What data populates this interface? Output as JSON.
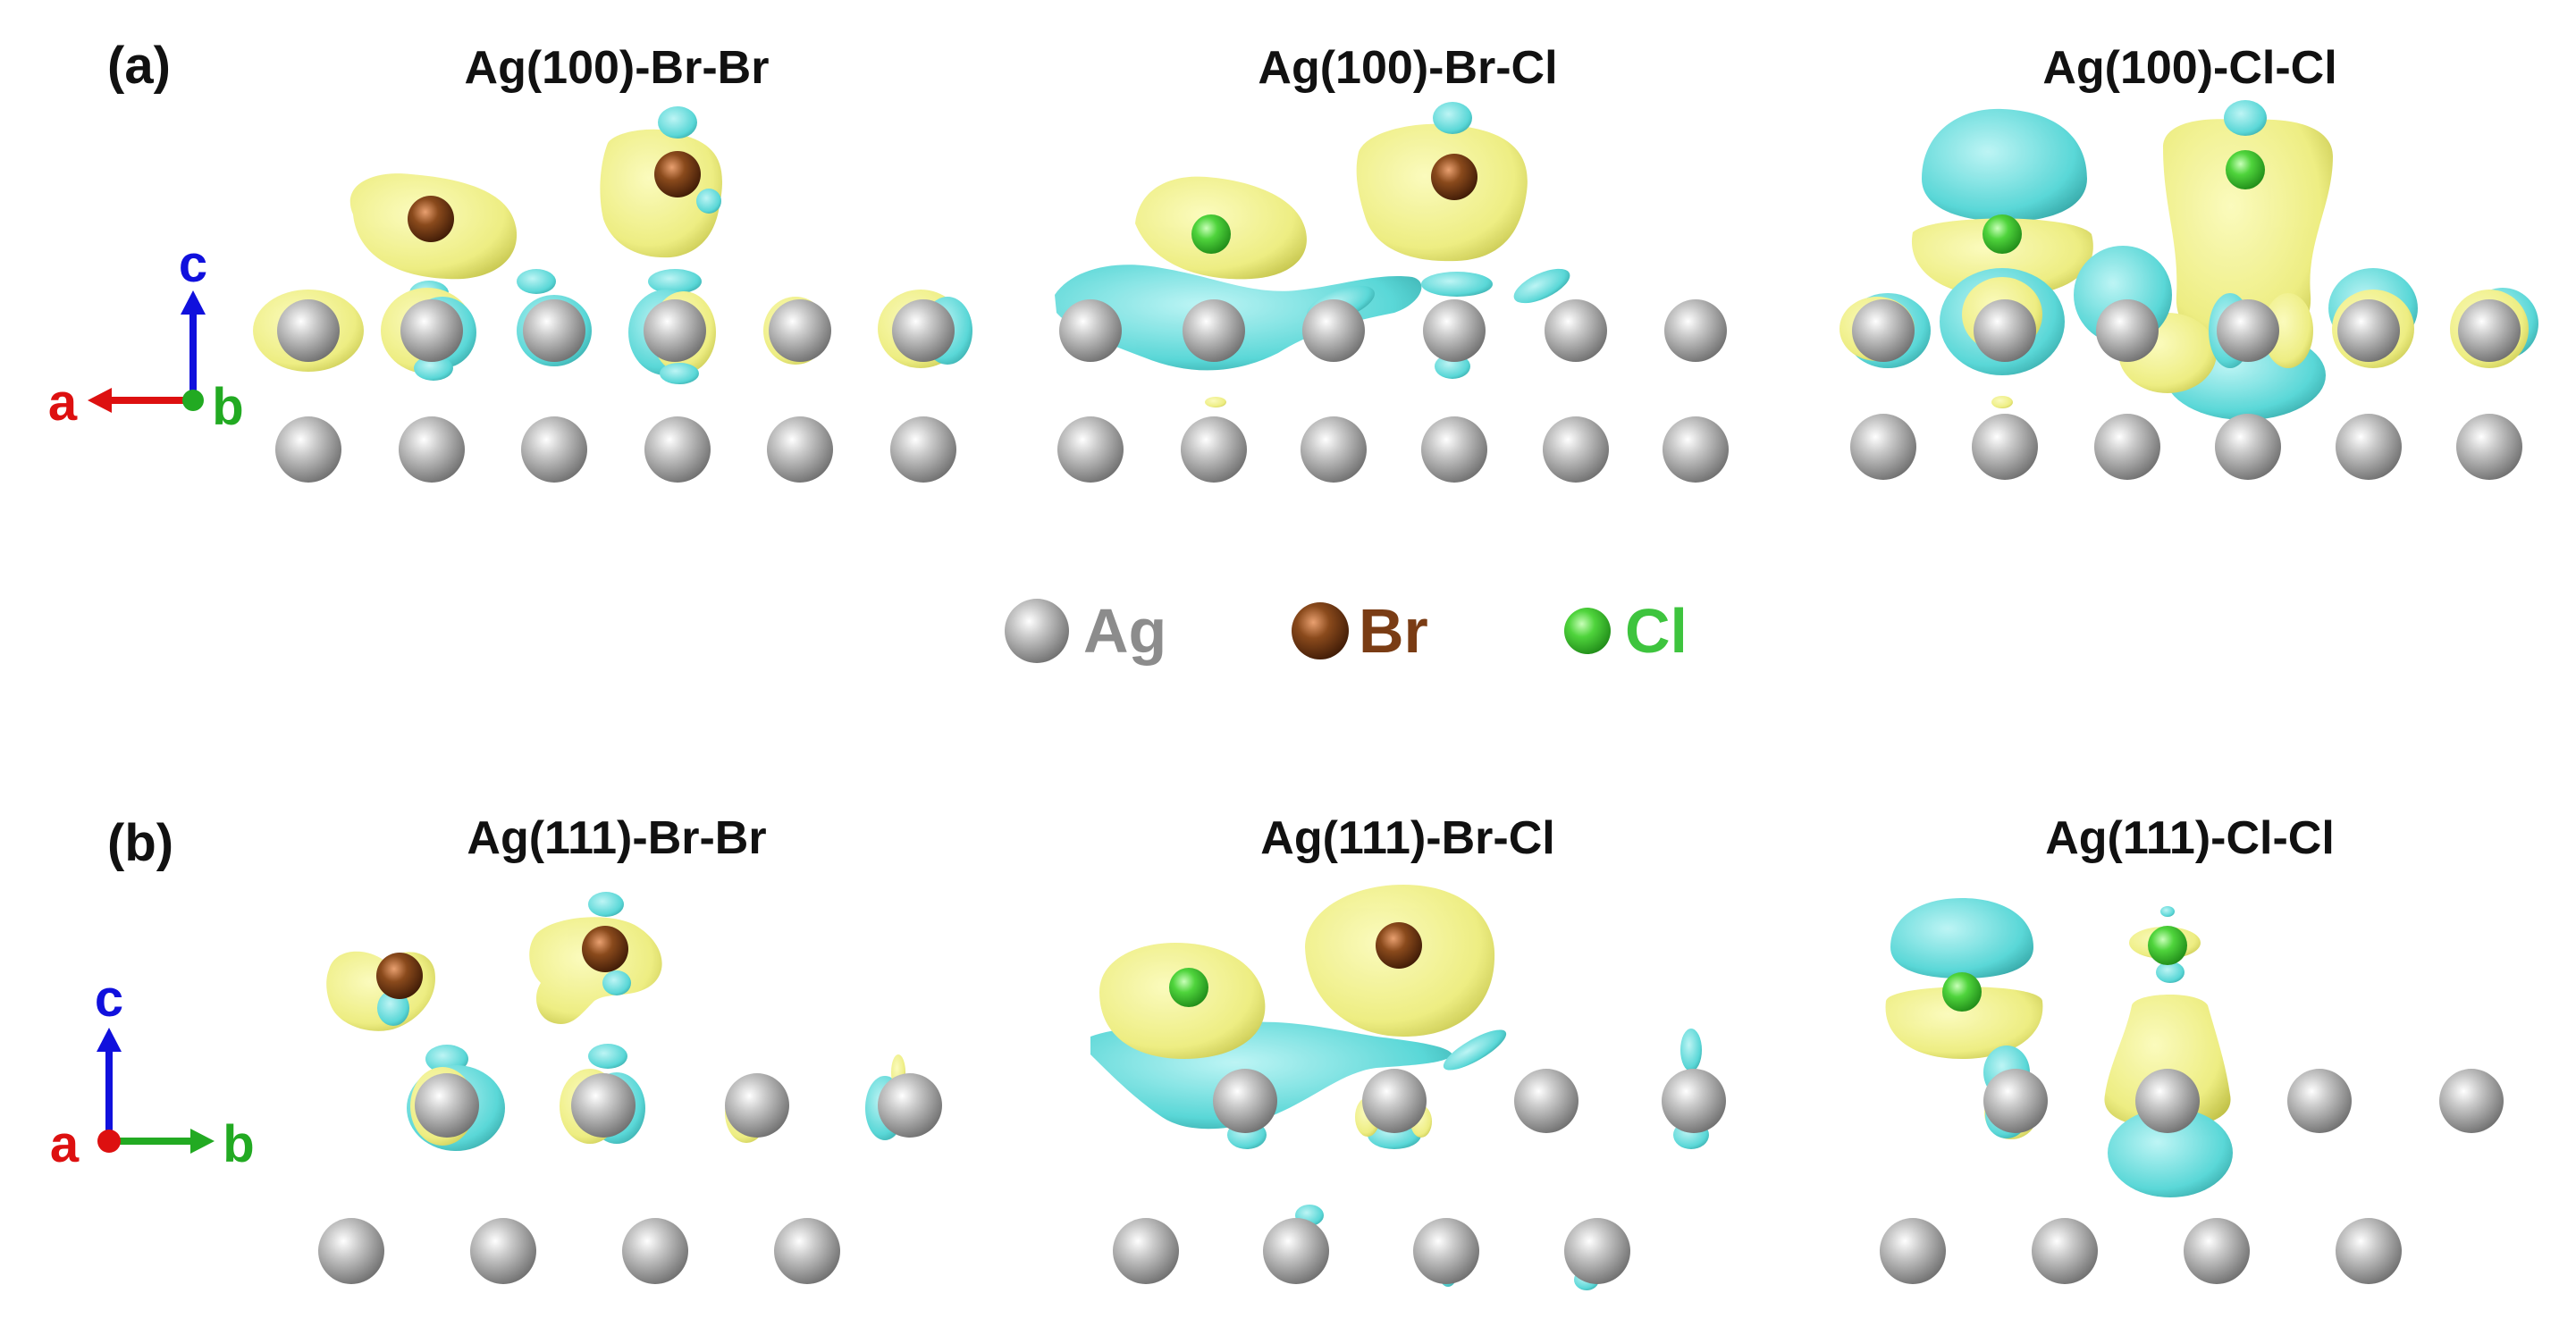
{
  "figure": {
    "panels": [
      {
        "label": "(a)",
        "titles": [
          "Ag(100)-Br-Br",
          "Ag(100)-Br-Cl",
          "Ag(100)-Cl-Cl"
        ],
        "axes": {
          "vertical": "c",
          "horizontal": "a",
          "depth": "b",
          "horizontal_direction": "left"
        }
      },
      {
        "label": "(b)",
        "titles": [
          "Ag(111)-Br-Br",
          "Ag(111)-Br-Cl",
          "Ag(111)-Cl-Cl"
        ],
        "axes": {
          "vertical": "c",
          "horizontal": "b",
          "depth": "a",
          "horizontal_direction": "right"
        }
      }
    ],
    "legend": [
      {
        "element": "Ag",
        "color": "#8c8c8c"
      },
      {
        "element": "Br",
        "color": "#7a3c14"
      },
      {
        "element": "Cl",
        "color": "#3ec43e"
      }
    ],
    "colors": {
      "silver": "#9a9a9a",
      "bromine": "#7a3c14",
      "chlorine": "#44cc33",
      "charge_accumulation": "#ecec7a",
      "charge_depletion": "#4cd4d4",
      "axis_c": "#1010dd",
      "axis_a": "#dd1010",
      "axis_b": "#22aa22"
    }
  }
}
